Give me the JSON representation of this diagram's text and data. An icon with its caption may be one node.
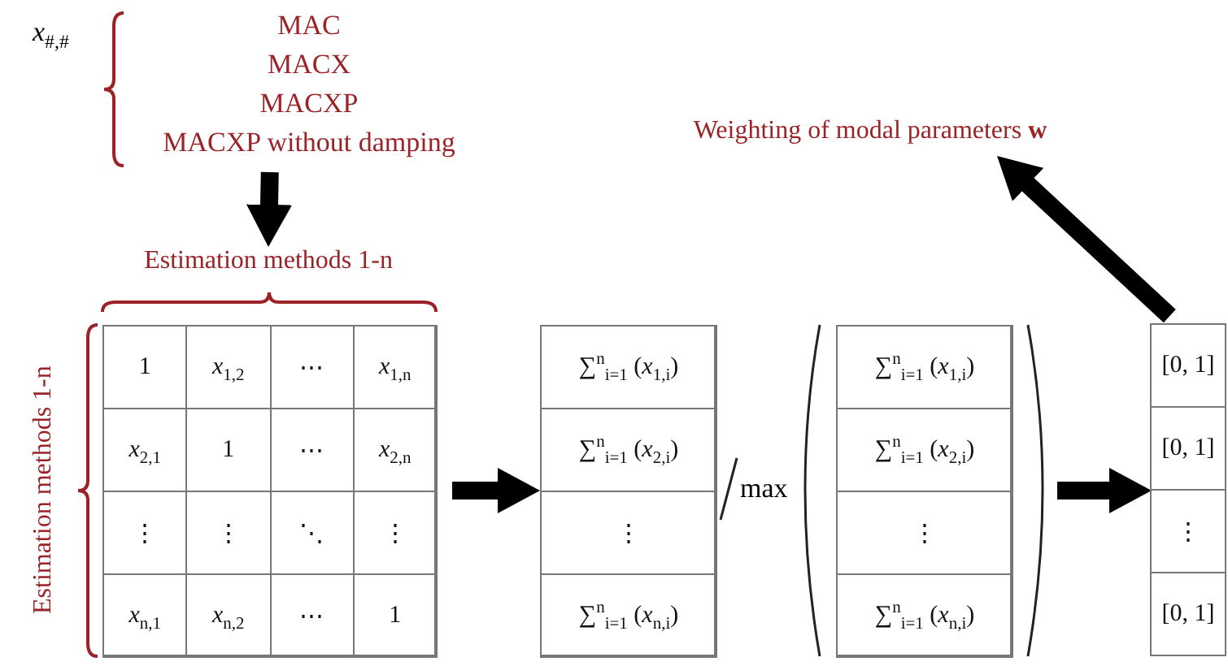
{
  "diagram": {
    "nodes": [
      {
        "text": [
          "MAC",
          "MACX",
          "MACXP",
          "MACXP without damping"
        ]
      },
      {
        "text": [
          "Estimation methods 1-n"
        ]
      },
      {
        "text": [],
        "shape": "box"
      },
      {
        "text": [
          "1"
        ],
        "in": 2
      },
      {
        "text": [
          "*x*$_{1,2}$"
        ],
        "in": 2
      },
      {
        "text": [
          "⋯"
        ],
        "in": 2
      },
      {
        "text": [
          "*x*$_{1,n}$"
        ],
        "in": 2
      },
      {
        "text": [
          "*x*$_{2,1}$"
        ],
        "in": 2
      },
      {
        "text": [
          "1"
        ],
        "in": 2
      },
      {
        "text": [
          "⋯"
        ],
        "in": 2
      },
      {
        "text": [
          "*x*$_{2,n}$"
        ],
        "in": 2
      },
      {
        "text": [
          "⋮"
        ],
        "in": 2
      },
      {
        "text": [
          "⋮"
        ],
        "in": 2
      },
      {
        "text": [
          "⋱"
        ],
        "in": 2
      },
      {
        "text": [
          "⋮"
        ],
        "in": 2
      },
      {
        "text": [
          "*x*$_{n,1}$"
        ],
        "in": 2
      },
      {
        "text": [
          "*x*$_{n,2}$"
        ],
        "in": 2
      },
      {
        "text": [
          "⋯"
        ],
        "in": 2
      },
      {
        "text": [
          "1"
        ],
        "in": 2
      },
      {
        "text": [],
        "shape": "box"
      },
      {
        "text": [
          "∑$^{n}$$_{i=1}$ (*x*$_{1,i}$)"
        ],
        "in": 19
      },
      {
        "text": [
          "∑$^{n}$$_{i=1}$ (*x*$_{2,i}$)"
        ],
        "in": 19
      },
      {
        "text": [
          "⋮"
        ],
        "in": 19
      },
      {
        "text": [
          "∑$^{n}$$_{i=1}$ (*x*$_{n,i}$)"
        ],
        "in": 19
      },
      {
        "text": [],
        "shape": "box"
      },
      {
        "text": [
          "∑$^{n}$$_{i=1}$ (*x*$_{1,i}$)"
        ],
        "in": 24
      },
      {
        "text": [
          "∑$^{n}$$_{i=1}$ (*x*$_{2,i}$)"
        ],
        "in": 24
      },
      {
        "text": [
          "⋮"
        ],
        "in": 24
      },
      {
        "text": [
          "∑$^{n}$$_{i=1}$ (*x*$_{n,i}$)"
        ],
        "in": 24
      },
      {
        "text": [],
        "shape": "box"
      },
      {
        "text": [
          "[0, 1]"
        ],
        "in": 29
      },
      {
        "text": [
          "[0, 1]"
        ],
        "in": 29
      },
      {
        "text": [
          "⋮"
        ],
        "in": 29
      },
      {
        "text": [
          "[0, 1]"
        ],
        "in": 29
      },
      {
        "text": [
          "Weighting of modal parameters **w**"
        ]
      }
    ],
    "edges": [
      {
        "from": 0,
        "to": 1,
        "arrow": "to"
      },
      {
        "from": 2,
        "to": 19,
        "arrow": "to"
      },
      {
        "from": 24,
        "to": 29,
        "arrow": "to"
      },
      {
        "from": 29,
        "to": 34,
        "arrow": "to"
      }
    ],
    "labels": [
      "*x*$_{#,#}$",
      "Estimation methods 1-n",
      "max"
    ]
  }
}
